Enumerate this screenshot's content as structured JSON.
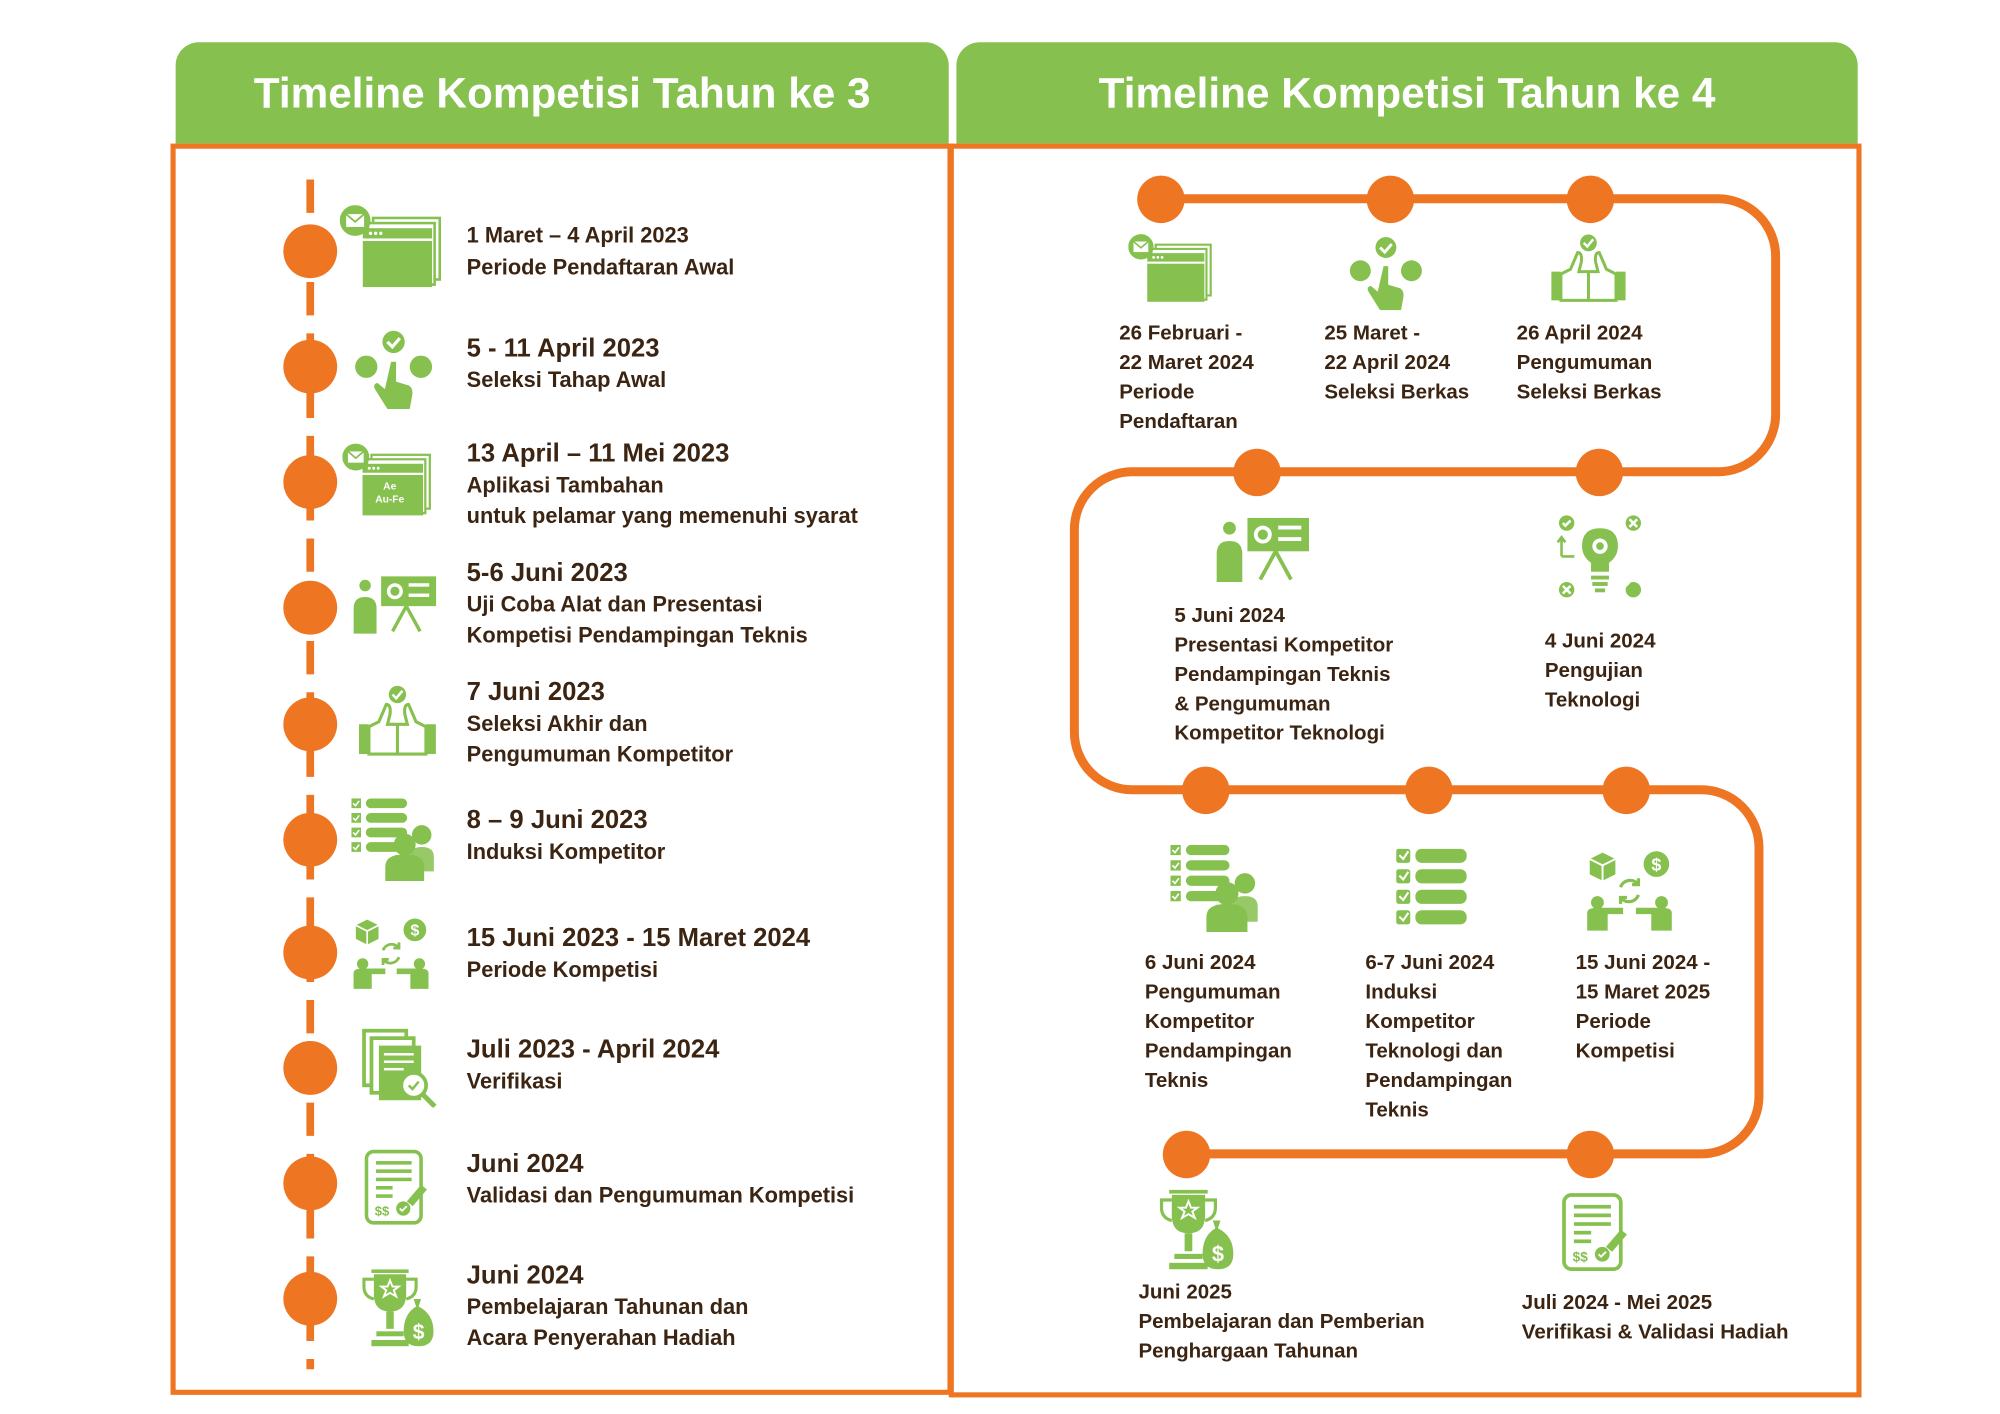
{
  "colors": {
    "green": "#86c04f",
    "orange": "#ee7623",
    "text": "#3b2412"
  },
  "left": {
    "title": "Timeline Kompetisi Tahun ke 3",
    "items": [
      {
        "icon": "browser-mail-icon",
        "date": "1 Maret – 4 April 2023",
        "lines": [
          "Periode Pendaftaran Awal"
        ]
      },
      {
        "icon": "select-hand-icon",
        "date": "5 - 11 April 2023",
        "lines": [
          "Seleksi Tahap Awal"
        ]
      },
      {
        "icon": "application-form-icon",
        "icon_text": [
          "Ae",
          "Au-Fe"
        ],
        "date": "13 April – 11 Mei 2023",
        "lines": [
          "Aplikasi Tambahan",
          "untuk pelamar yang memenuhi syarat"
        ]
      },
      {
        "icon": "presentation-icon",
        "date": "5-6 Juni 2023",
        "lines": [
          "Uji Coba Alat dan Presentasi",
          "Kompetisi Pendampingan Teknis"
        ]
      },
      {
        "icon": "thumbs-up-icon",
        "date": "7 Juni 2023",
        "lines": [
          "Seleksi Akhir dan",
          "Pengumuman Kompetitor"
        ]
      },
      {
        "icon": "checklist-people-icon",
        "date": "8 – 9 Juni 2023",
        "lines": [
          "Induksi Kompetitor"
        ]
      },
      {
        "icon": "exchange-icon",
        "date": "15 Juni 2023 - 15 Maret 2024",
        "lines": [
          "Periode Kompetisi"
        ]
      },
      {
        "icon": "document-search-icon",
        "date": "Juli 2023 - April 2024",
        "lines": [
          "Verifikasi"
        ]
      },
      {
        "icon": "certificate-icon",
        "date": "Juni 2024",
        "lines": [
          "Validasi dan Pengumuman Kompetisi"
        ]
      },
      {
        "icon": "trophy-money-icon",
        "date": "Juni 2024",
        "lines": [
          "Pembelajaran Tahunan dan",
          "Acara Penyerahan Hadiah"
        ]
      }
    ]
  },
  "right": {
    "title": "Timeline Kompetisi Tahun ke 4",
    "items": [
      {
        "icon": "browser-mail-icon",
        "lines": [
          "26 Februari  -",
          "22 Maret 2024",
          "Periode",
          "Pendaftaran"
        ]
      },
      {
        "icon": "select-hand-icon",
        "lines": [
          "25 Maret -",
          "22 April 2024",
          "Seleksi Berkas"
        ]
      },
      {
        "icon": "thumbs-up-icon",
        "lines": [
          "26 April 2024",
          "Pengumuman",
          "Seleksi Berkas"
        ]
      },
      {
        "icon": "presentation-icon",
        "lines": [
          "5 Juni 2024",
          "Presentasi Kompetitor",
          "Pendampingan Teknis",
          "& Pengumuman",
          "Kompetitor Teknologi"
        ]
      },
      {
        "icon": "lightbulb-gear-icon",
        "lines": [
          "4 Juni 2024",
          "Pengujian",
          "Teknologi"
        ]
      },
      {
        "icon": "checklist-people-icon",
        "lines": [
          "6 Juni 2024",
          "Pengumuman",
          "Kompetitor",
          "Pendampingan",
          "Teknis"
        ]
      },
      {
        "icon": "checklist-icon",
        "lines": [
          "6-7 Juni 2024",
          "Induksi",
          "Kompetitor",
          "Teknologi dan",
          "Pendampingan",
          "Teknis"
        ]
      },
      {
        "icon": "exchange-icon",
        "lines": [
          "15 Juni 2024 -",
          "15 Maret 2025",
          "Periode",
          "Kompetisi"
        ]
      },
      {
        "icon": "trophy-money-icon",
        "lines": [
          "Juni 2025",
          "Pembelajaran dan Pemberian",
          "Penghargaan Tahunan"
        ]
      },
      {
        "icon": "certificate-icon",
        "lines": [
          "Juli 2024 - Mei 2025",
          "Verifikasi & Validasi Hadiah"
        ]
      }
    ]
  }
}
